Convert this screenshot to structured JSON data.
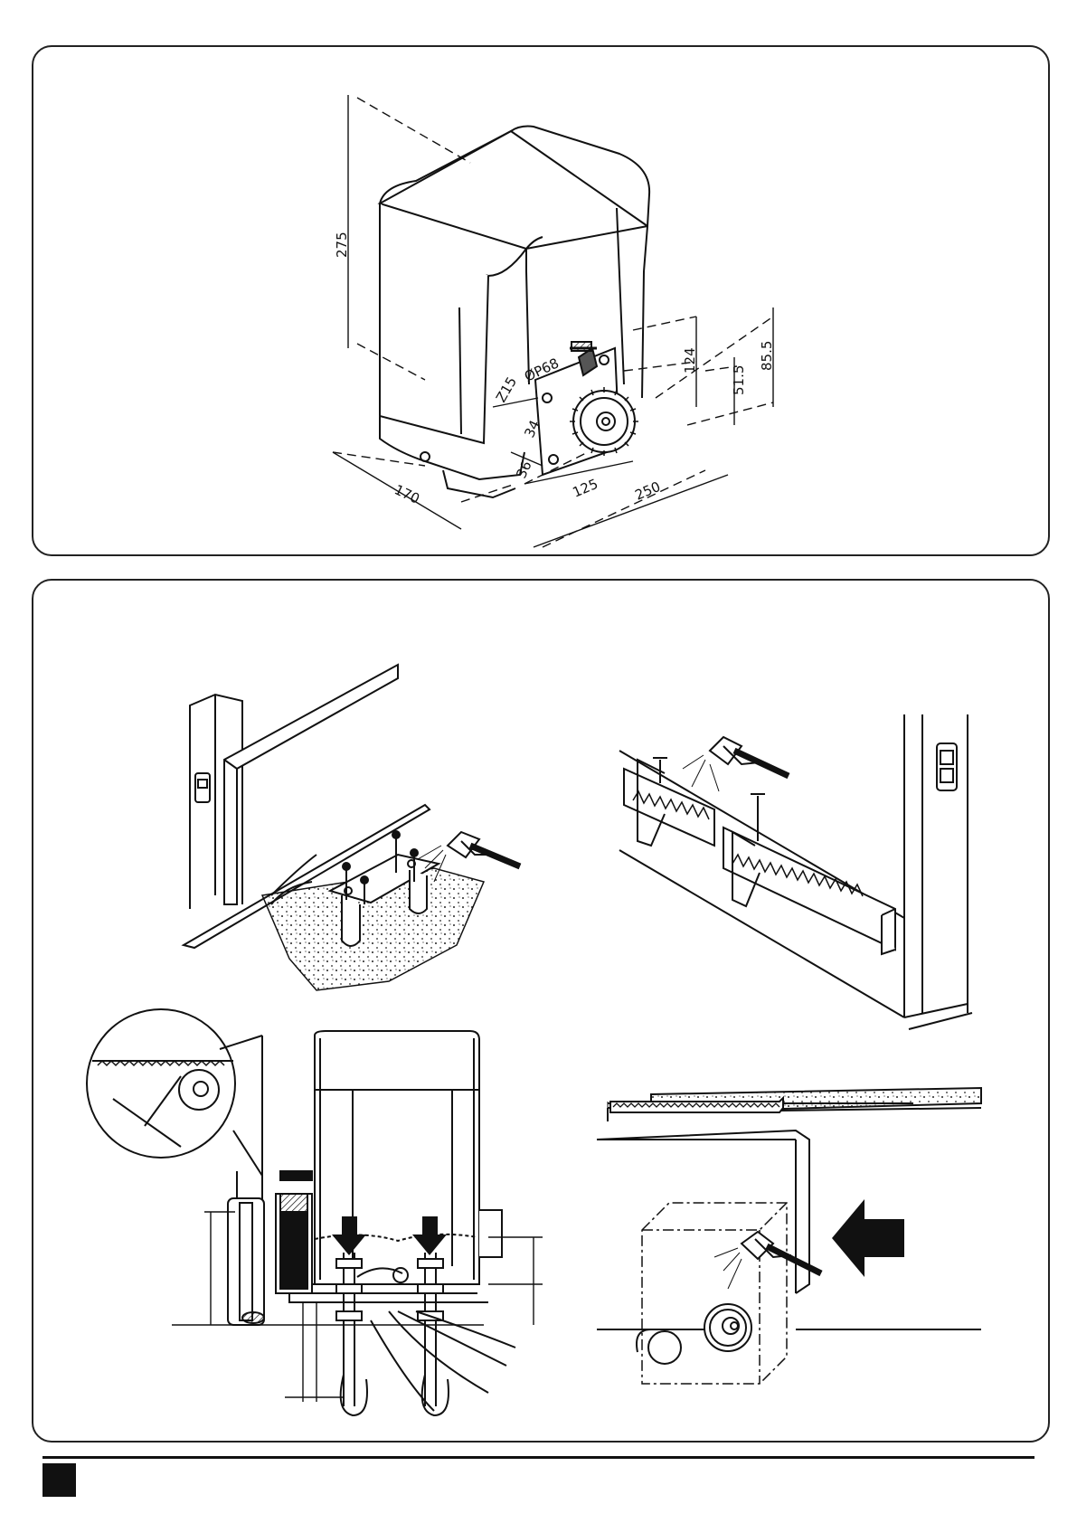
{
  "top_diagram": {
    "dimensions": {
      "height_275": "275",
      "width_170": "170",
      "offset_125": "125",
      "length_250": "250",
      "dim_124": "124",
      "dim_85_5": "85.5",
      "dim_51_5": "51.5",
      "pinion_teeth": "Z15",
      "pinion_diameter": "ØP68",
      "dim_36": "36",
      "dim_34": "34"
    }
  },
  "colors": {
    "line": "#111111",
    "background": "#ffffff"
  },
  "icons": [
    "welder-torch-icon",
    "arrow-right-icon",
    "pinion-gear-icon",
    "rack-teeth-icon",
    "bolt-icon"
  ]
}
